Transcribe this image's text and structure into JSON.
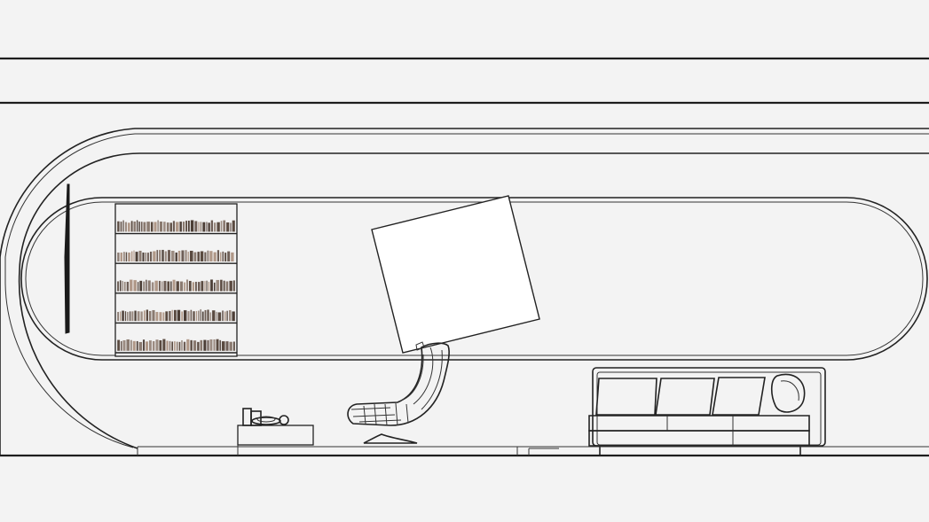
{
  "drawing": {
    "type": "architectural-elevation-line-drawing",
    "background_color": "#f3f3f3",
    "line_color": "#222222",
    "book_colors": [
      "#5a4a40",
      "#8a7a70",
      "#b09888",
      "#6e5e56",
      "#9c8c82",
      "#4c3e36"
    ],
    "bookshelf_rows": 5,
    "sofa_back_cushions": 3,
    "sofa_pillows": 1,
    "elements": [
      "ceiling-lines",
      "stadium-wall-niche",
      "wall-light-strip",
      "bookshelf",
      "square-wall-panel",
      "lounge-chair",
      "low-table",
      "sofa",
      "floor-line"
    ]
  }
}
